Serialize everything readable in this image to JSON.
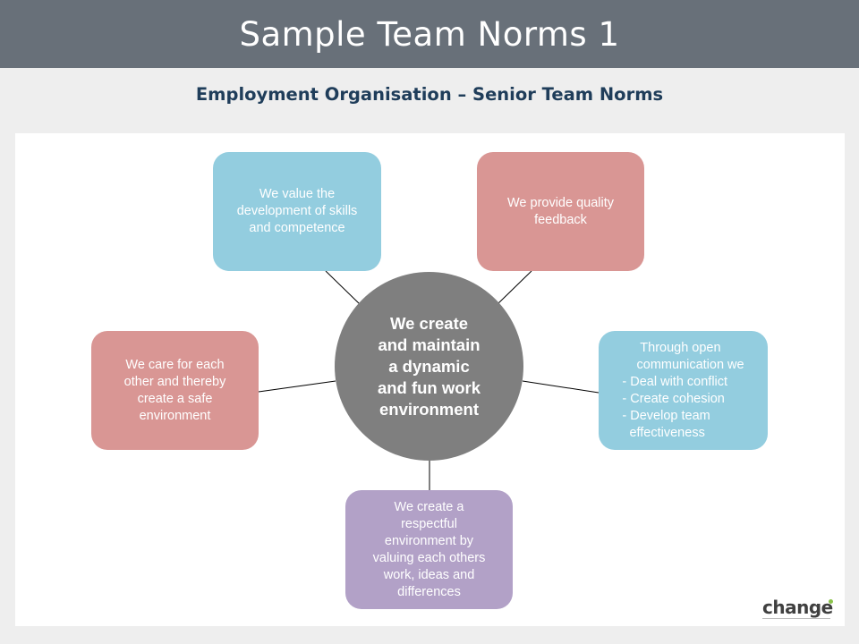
{
  "header": {
    "title": "Sample Team Norms 1"
  },
  "subtitle": "Employment Organisation – Senior Team Norms",
  "diagram": {
    "hub": {
      "label": "We create\nand maintain\na dynamic\nand fun work\nenvironment",
      "color": "#7f7f7f"
    },
    "nodes": {
      "top_left": {
        "label": "We value  the\ndevelopment  of skills\nand competence",
        "color": "#93cddf"
      },
      "top_right": {
        "label": "We provide quality\nfeedback",
        "color": "#d99694"
      },
      "left": {
        "label": "We care for each\nother and thereby\ncreate a safe\nenvironment",
        "color": "#d99694"
      },
      "right": {
        "label": "     Through open\n    communication we\n- Deal with conflict\n- Create cohesion\n- Develop team\n  effectiveness",
        "color": "#93cddf"
      },
      "bottom": {
        "label": "We create a\nrespectful\nenvironment  by\nvaluing  each others\nwork, ideas and\ndifferences",
        "color": "#b2a1c7"
      }
    }
  },
  "logo": {
    "text": "change",
    "accent_color": "#8bc34a"
  }
}
